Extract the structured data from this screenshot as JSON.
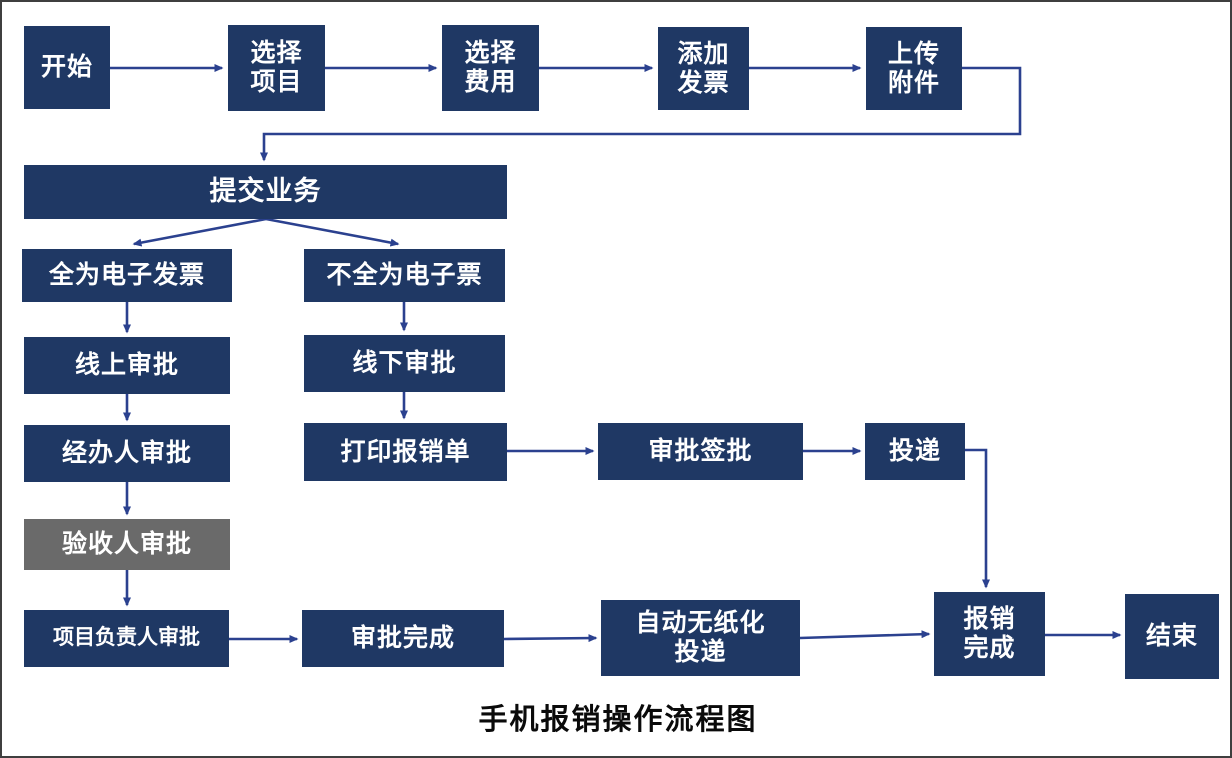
{
  "title": "手机报销操作流程图",
  "colors": {
    "node_fill": "#1F3864",
    "gray_node_fill": "#6A6A6A",
    "arrow": "#2B418F",
    "node_text": "#FFFFFF",
    "caption_text": "#0A0A0A",
    "background": "#FFFFFF"
  },
  "nodes": {
    "start": {
      "label": "开始"
    },
    "select_project": {
      "label": "选择\n项目"
    },
    "select_expense": {
      "label": "选择\n费用"
    },
    "add_invoice": {
      "label": "添加\n发票"
    },
    "upload_attachment": {
      "label": "上传\n附件"
    },
    "submit_business": {
      "label": "提交业务"
    },
    "all_einvoice": {
      "label": "全为电子发票"
    },
    "not_all_einvoice": {
      "label": "不全为电子票"
    },
    "online_approval": {
      "label": "线上审批"
    },
    "offline_approval": {
      "label": "线下审批"
    },
    "handler_approval": {
      "label": "经办人审批"
    },
    "print_form": {
      "label": "打印报销单"
    },
    "acceptor_approval": {
      "label": "验收人审批"
    },
    "leader_approval": {
      "label": "项目负责人审批"
    },
    "approval_complete": {
      "label": "审批完成"
    },
    "sign_approval": {
      "label": "审批签批"
    },
    "delivery": {
      "label": "投递"
    },
    "auto_paperless_delivery": {
      "label": "自动无纸化\n投递"
    },
    "reimburse_complete": {
      "label": "报销\n完成"
    },
    "end": {
      "label": "结束"
    }
  }
}
